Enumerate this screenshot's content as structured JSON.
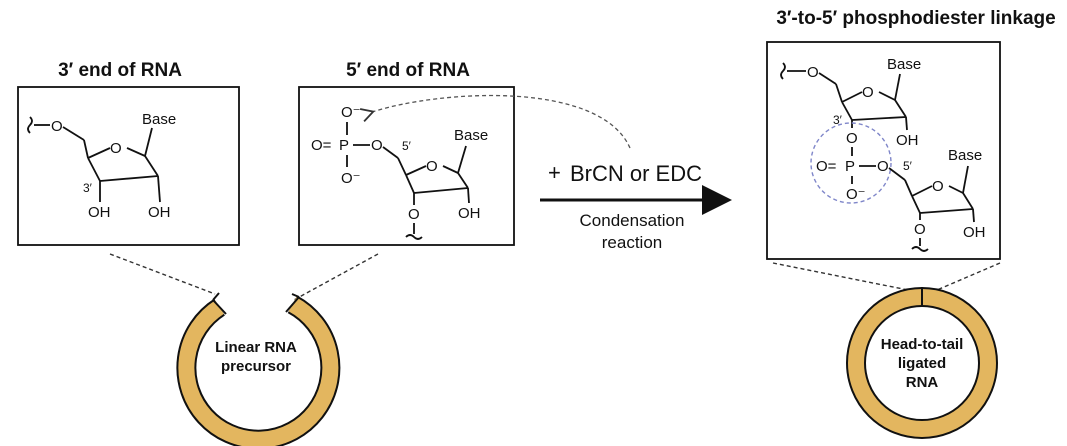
{
  "colors": {
    "ring": "#e3b65f",
    "ring_outline": "#111111",
    "circle_dash": "#7f86c9"
  },
  "panels": {
    "left_title": "3′ end of RNA",
    "middle_title": "5′ end of RNA",
    "right_title": "3′-to-5′ phosphodiester linkage"
  },
  "chem": {
    "base": "Base",
    "o": "O",
    "oh": "OH",
    "p": "P",
    "o_minus": "O⁻",
    "o_eq": "O=",
    "label_3prime": "3′",
    "label_5prime": "5′"
  },
  "reaction": {
    "reagent": "BrCN or EDC",
    "plus": "+",
    "caption_line1": "Condensation",
    "caption_line2": "reaction"
  },
  "rings": {
    "linear_line1": "Linear RNA",
    "linear_line2": "precursor",
    "ligated_line1": "Head-to-tail",
    "ligated_line2": "ligated",
    "ligated_line3": "RNA"
  }
}
